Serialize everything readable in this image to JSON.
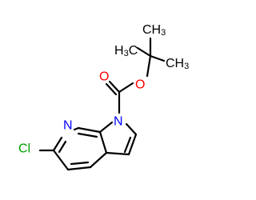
{
  "molecule": {
    "atoms": {
      "h3c_left": {
        "main": "H",
        "sub": "3",
        "tail": "C"
      },
      "ch3_top": {
        "main": "CH",
        "sub": "3"
      },
      "ch3_right": {
        "main": "CH",
        "sub": "3"
      },
      "o_ester": "O",
      "o_carbonyl": "O",
      "n_pyrrole": "N",
      "n_pyridine": "N",
      "cl": "Cl"
    },
    "colors": {
      "bond": "#000000",
      "oxygen": "#ff0000",
      "nitrogen": "#0000ff",
      "chlorine": "#00a000",
      "carbon": "#000000"
    }
  }
}
